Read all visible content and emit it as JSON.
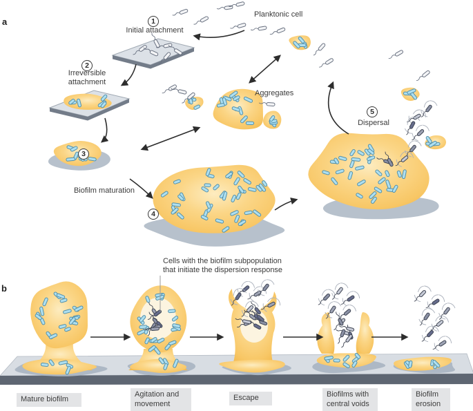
{
  "panel_a": {
    "label": "a",
    "planktonic_label": "Planktonic cell",
    "aggregates_label": "Aggregates",
    "steps": [
      {
        "num": "1",
        "label": "Initial attachment"
      },
      {
        "num": "2",
        "label_line1": "Irreversible",
        "label_line2": "attachment"
      },
      {
        "num": "3",
        "label": "Biofilm maturation"
      },
      {
        "num": "4"
      },
      {
        "num": "5",
        "label": "Dispersal"
      }
    ]
  },
  "panel_b": {
    "label": "b",
    "annotation": {
      "line1": "Cells with the biofilm subpopulation",
      "line2": "that initiate the dispersion response"
    },
    "stages": [
      {
        "label": "Mature biofilm"
      },
      {
        "label": "Agitation and movement"
      },
      {
        "label": "Escape"
      },
      {
        "label": "Biofilms with central voids"
      },
      {
        "label": "Biofilm erosion"
      }
    ]
  },
  "colors": {
    "biofilm_yellow": "#F9CE74",
    "biofilm_yellow_light": "#FDECC0",
    "cell_blue": "#AEDFF0",
    "cell_blue_stroke": "#4C8BA8",
    "dispersing_cell_dark": "#666C8C",
    "planktonic_cell_fill": "#F3F4F6",
    "shadow_gray": "#AFBAC6",
    "platform_top": "#D8DDE3",
    "platform_front": "#5E6672",
    "label_box_bg": "#E3E4E6",
    "arrow": "#2D2D2D"
  }
}
